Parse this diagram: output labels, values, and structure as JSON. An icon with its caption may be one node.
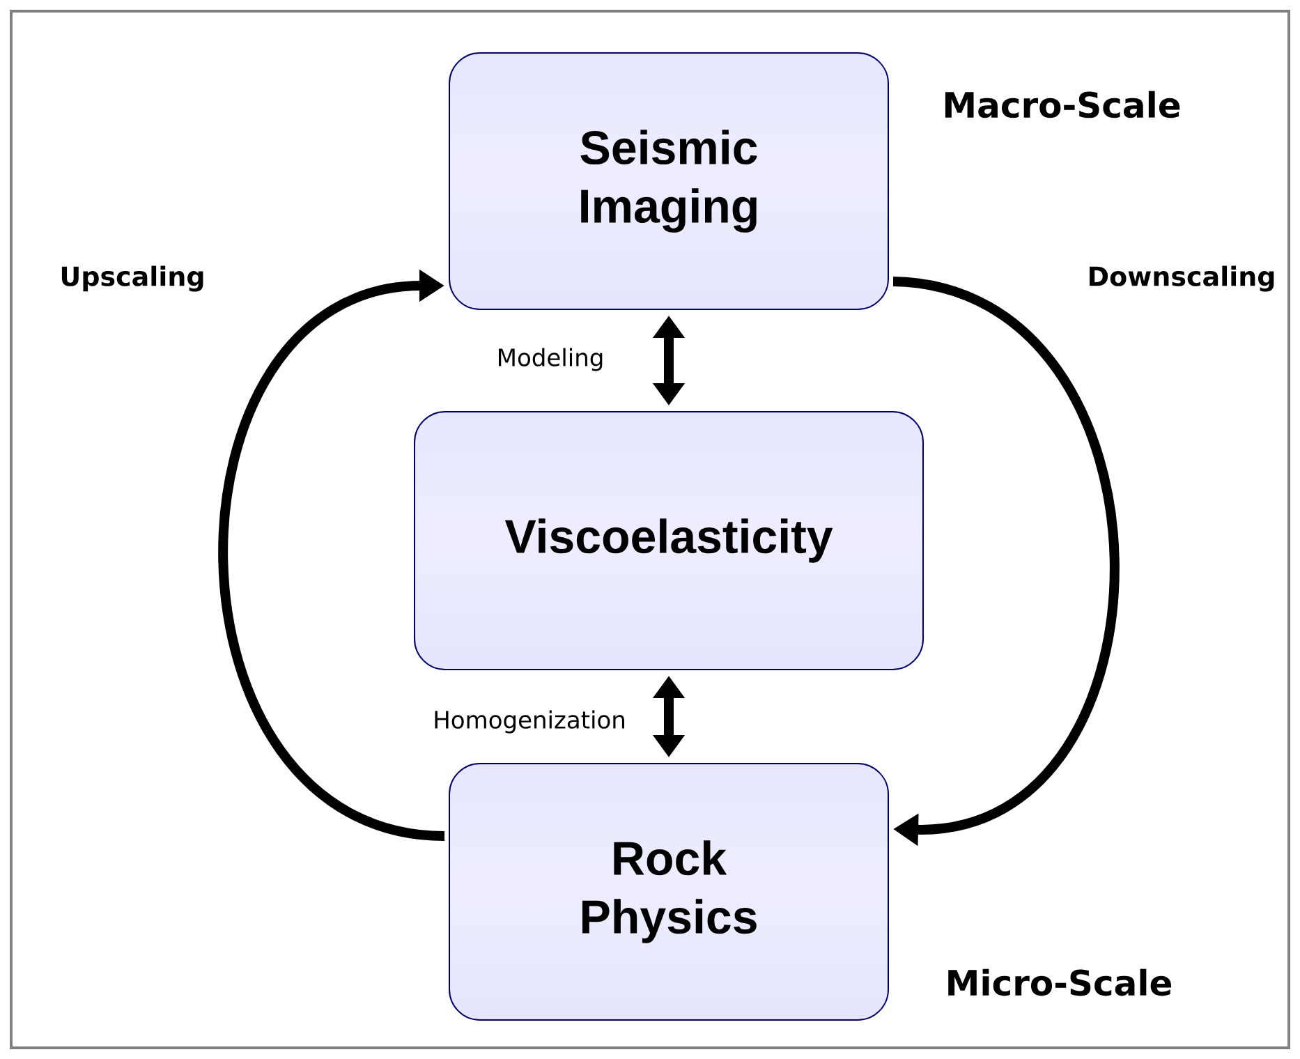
{
  "diagram": {
    "nodes": [
      {
        "text": [
          "Seismic Imaging"
        ],
        "beside": [
          "Macro-Scale"
        ]
      },
      {
        "text": [
          "Viscoelasticity"
        ]
      },
      {
        "text": [
          "Rock Physics"
        ],
        "beside": [
          "Micro-Scale"
        ]
      }
    ],
    "edges": [
      {
        "from": 0,
        "to": 1,
        "arrow": "both",
        "label": "Modeling"
      },
      {
        "from": 1,
        "to": 2,
        "arrow": "both",
        "label": "Homogenization"
      },
      {
        "from": 2,
        "to": 0,
        "arrow": "to",
        "label": "Upscaling"
      },
      {
        "from": 0,
        "to": 2,
        "arrow": "to",
        "label": "Downscaling"
      }
    ]
  }
}
